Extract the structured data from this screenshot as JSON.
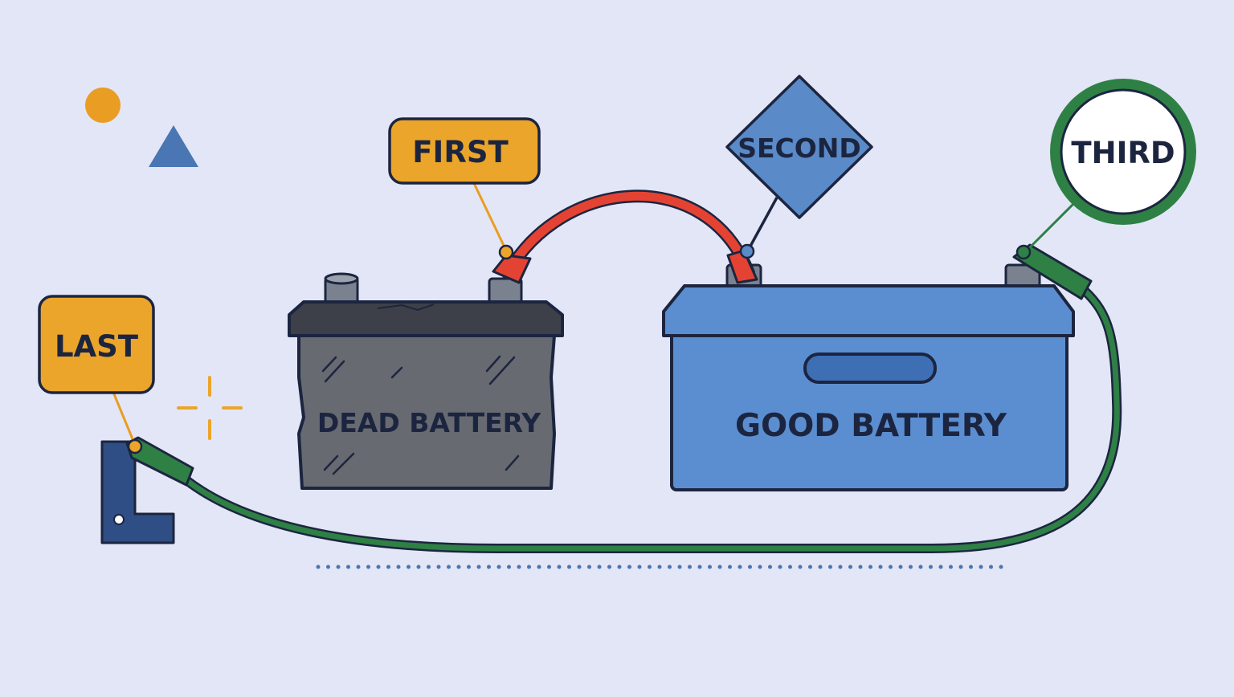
{
  "labels": {
    "first": "FIRST",
    "second": "SECOND",
    "third": "THIRD",
    "last": "LAST"
  },
  "batteries": {
    "dead": "DEAD BATTERY",
    "good": "GOOD BATTERY"
  },
  "colors": {
    "background": "#e3e6f6",
    "outline": "#1c2540",
    "accent_orange": "#eba52a",
    "accent_blue": "#5a8ac8",
    "cable_red": "#e44333",
    "cable_green": "#2e8045",
    "dead_battery": "#676a70",
    "good_battery": "#5b8ed0",
    "terminal_grey": "#7a8290",
    "ground_bracket": "#2f4e85"
  },
  "icons": [
    "decor-circle-icon",
    "decor-triangle-icon",
    "sparkle-icon"
  ]
}
